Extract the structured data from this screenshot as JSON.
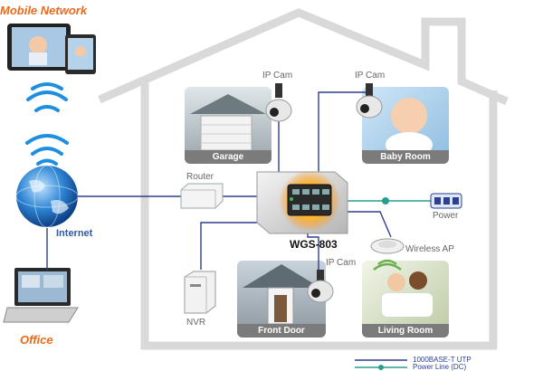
{
  "labels": {
    "mobile_network": "Mobile Network",
    "internet": "Internet",
    "office": "Office",
    "router": "Router",
    "switch_model": "WGS-803",
    "power": "Power",
    "wireless_ap": "Wireless AP",
    "nvr": "NVR",
    "ip_cam_garage": "IP Cam",
    "ip_cam_baby": "IP Cam",
    "ip_cam_front": "IP Cam"
  },
  "rooms": {
    "garage": "Garage",
    "baby_room": "Baby Room",
    "front_door": "Front Door",
    "living_room": "Living Room"
  },
  "legend": {
    "utp": "1000BASE-T UTP",
    "power_line": "Power Line (DC)"
  },
  "colors": {
    "utp_line": "#2d3f8f",
    "power_line": "#2a9d8f",
    "accent_orange": "#ee6a1a",
    "label_blue": "#2d5aa8",
    "house_outline": "#d7d7d7"
  }
}
